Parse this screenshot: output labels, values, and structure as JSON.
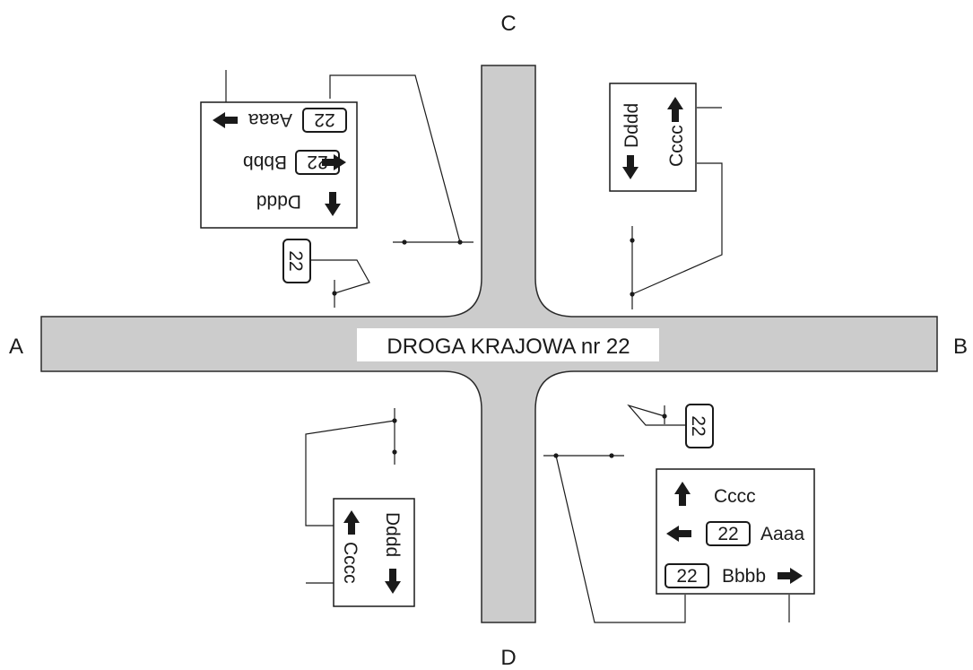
{
  "directions": {
    "north": "C",
    "south": "D",
    "west": "A",
    "east": "B"
  },
  "road": {
    "label": "DROGA KRAJOWA nr 22",
    "color": "#cccccc"
  },
  "road_number": "22",
  "destinations": {
    "a": "Aaaa",
    "b": "Bbbb",
    "c": "Cccc",
    "d": "Dddd"
  }
}
